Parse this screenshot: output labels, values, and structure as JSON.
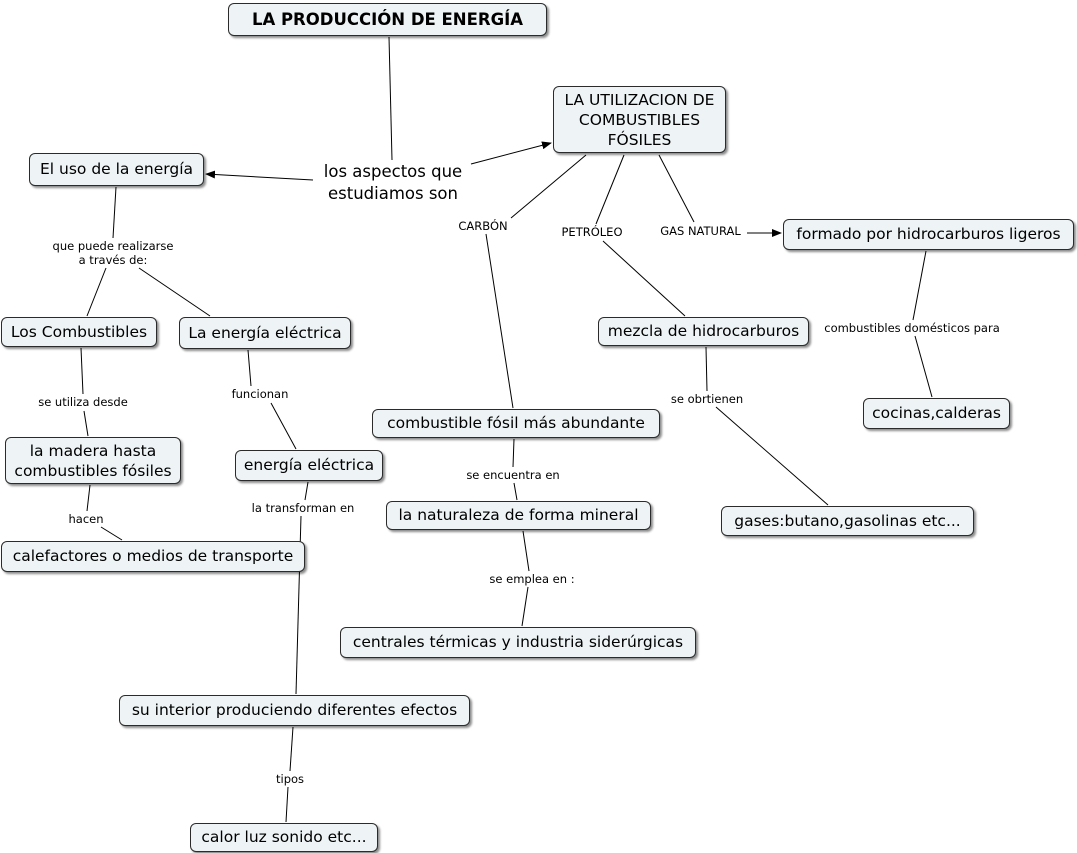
{
  "nodes": {
    "title": "LA PRODUCCIÓN DE ENERGÍA",
    "utilizacion": "LA UTILIZACION DE COMBUSTIBLES FÓSILES",
    "uso_energia": "El uso de la energía",
    "los_combustibles": "Los Combustibles",
    "energia_electrica_a": "La energía eléctrica",
    "madera": "la madera hasta combustibles fósiles",
    "energia_electrica_b": "energía eléctrica",
    "calefactores": "calefactores o medios de transporte",
    "su_interior": "su interior produciendo diferentes efectos",
    "calor_luz": "calor luz sonido etc...",
    "combustible_fosil": "combustible fósil más abundante",
    "naturaleza": "la naturaleza de forma mineral",
    "centrales": "centrales térmicas y industria siderúrgicas",
    "mezcla": "mezcla de hidrocarburos",
    "gases": "gases:butano,gasolinas etc...",
    "formado": "formado por hidrocarburos ligeros",
    "cocinas": "cocinas,calderas"
  },
  "links": {
    "aspectos": "los aspectos que estudiamos son",
    "que_puede": "que puede realizarse a través de:",
    "se_utiliza": "se utiliza desde",
    "hacen": "hacen",
    "funcionan": "funcionan",
    "la_transforman": "la transforman en",
    "tipos": "tipos",
    "carbon": "CARBÓN",
    "petroleo": "PETRÓLEO",
    "gas_natural": "GAS NATURAL",
    "se_encuentra": "se encuentra en",
    "se_emplea": "se emplea en :",
    "se_obtienen": "se obrtienen",
    "combustibles_domesticos": "combustibles domésticos para"
  }
}
